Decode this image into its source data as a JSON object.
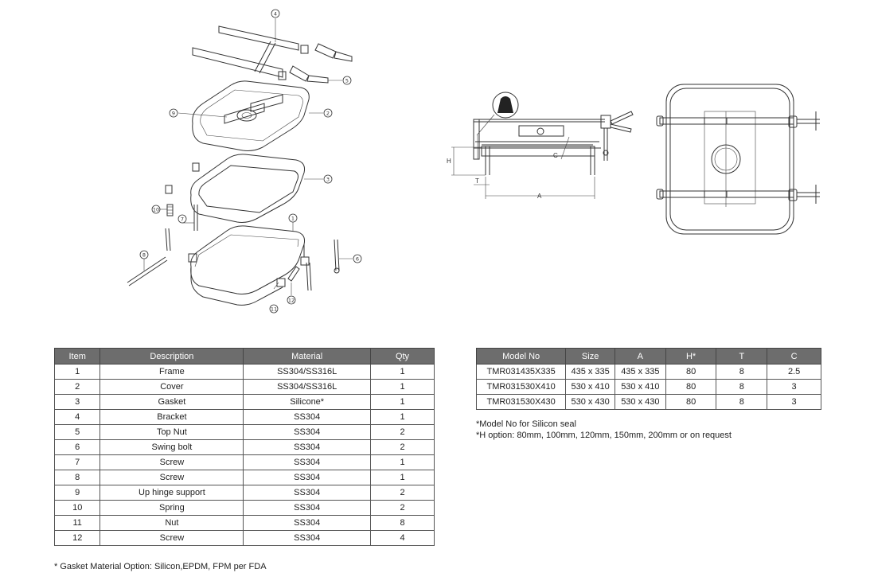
{
  "exploded_view": {
    "callouts": [
      "1",
      "2",
      "3",
      "4",
      "5",
      "6",
      "7",
      "8",
      "9",
      "10",
      "11",
      "12"
    ]
  },
  "side_view": {
    "dimension_labels": {
      "h": "H",
      "t": "T",
      "a": "A",
      "c": "C"
    }
  },
  "parts_table": {
    "headers": [
      "Item",
      "Description",
      "Material",
      "Qty"
    ],
    "rows": [
      [
        "1",
        "Frame",
        "SS304/SS316L",
        "1"
      ],
      [
        "2",
        "Cover",
        "SS304/SS316L",
        "1"
      ],
      [
        "3",
        "Gasket",
        "Silicone*",
        "1"
      ],
      [
        "4",
        "Bracket",
        "SS304",
        "1"
      ],
      [
        "5",
        "Top Nut",
        "SS304",
        "2"
      ],
      [
        "6",
        "Swing bolt",
        "SS304",
        "2"
      ],
      [
        "7",
        "Screw",
        "SS304",
        "1"
      ],
      [
        "8",
        "Screw",
        "SS304",
        "1"
      ],
      [
        "9",
        "Up hinge support",
        "SS304",
        "2"
      ],
      [
        "10",
        "Spring",
        "SS304",
        "2"
      ],
      [
        "11",
        "Nut",
        "SS304",
        "8"
      ],
      [
        "12",
        "Screw",
        "SS304",
        "4"
      ]
    ],
    "footnote": "* Gasket Material Option: Silicon,EPDM, FPM per FDA"
  },
  "model_table": {
    "headers": [
      "Model No",
      "Size",
      "A",
      "H*",
      "T",
      "C"
    ],
    "rows": [
      [
        "TMR031435X335",
        "435 x 335",
        "435 x 335",
        "80",
        "8",
        "2.5"
      ],
      [
        "TMR031530X410",
        "530 x 410",
        "530 x 410",
        "80",
        "8",
        "3"
      ],
      [
        "TMR031530X430",
        "530 x 430",
        "530 x 430",
        "80",
        "8",
        "3"
      ]
    ],
    "notes": [
      "*Model No for Silicon seal",
      "*H option: 80mm, 100mm, 120mm, 150mm, 200mm or on request"
    ]
  }
}
